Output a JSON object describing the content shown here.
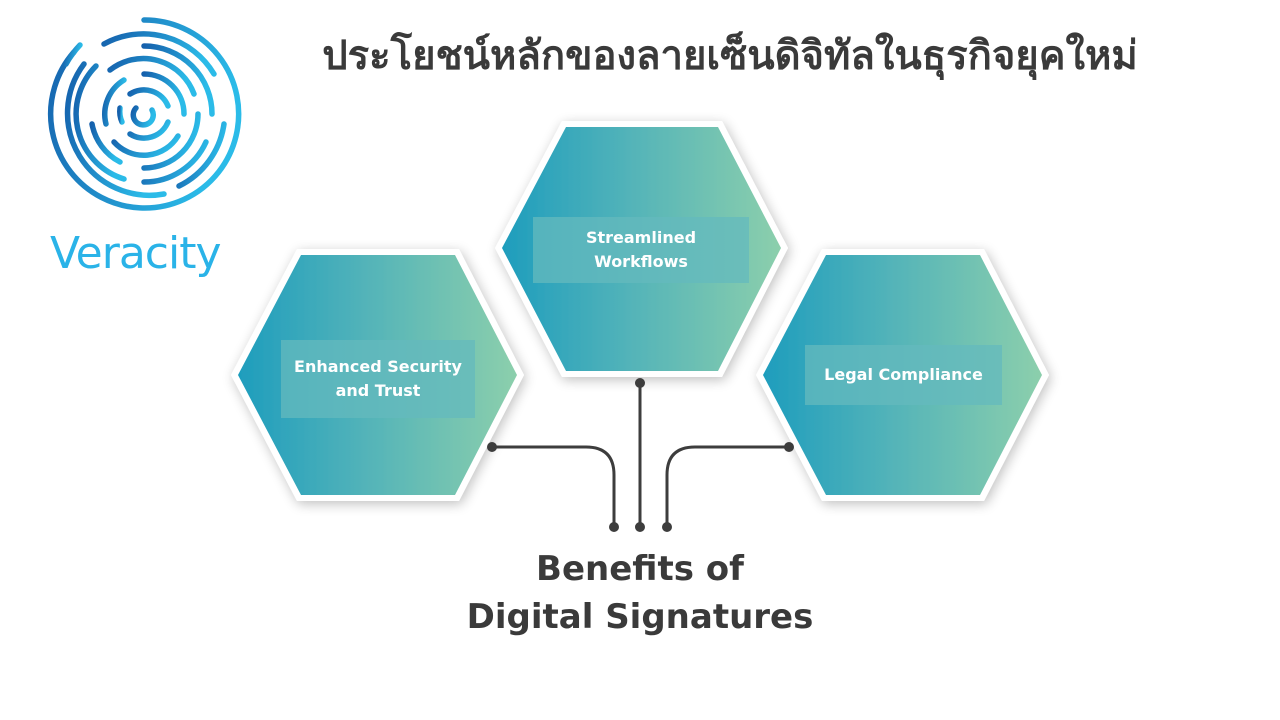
{
  "brand": {
    "name": "Veracity",
    "logo_icon": "concentric-fingerprint-circles-icon",
    "colors": {
      "dark_blue": "#1565b0",
      "light_blue": "#2ab3e8"
    }
  },
  "header": {
    "title": "ประโยชน์หลักของลายเซ็นดิจิทัลในธุรกิจยุคใหม่"
  },
  "diagram": {
    "center_title_line1": "Benefits of",
    "center_title_line2": "Digital Signatures",
    "hexagons": [
      {
        "id": "left",
        "line1": "Enhanced Security",
        "line2": "and Trust"
      },
      {
        "id": "center",
        "line1": "Streamlined",
        "line2": "Workflows"
      },
      {
        "id": "right",
        "line1": "Legal Compliance",
        "line2": ""
      }
    ],
    "colors": {
      "gradient_start": "#1e9dbd",
      "gradient_end": "#8ccfac",
      "connector": "#3d3d3d",
      "text_dark": "#3a3a3a"
    }
  }
}
